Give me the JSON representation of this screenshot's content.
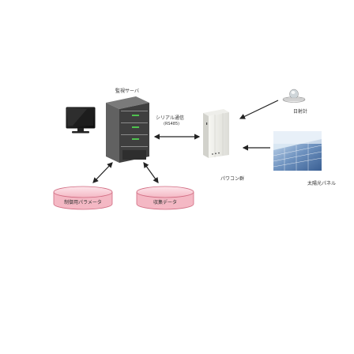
{
  "diagram": {
    "server_label": "監視サーバ",
    "serial_label": "シリアル通信",
    "serial_protocol": "(RS485)",
    "pcs_label": "パワコン群",
    "pyranometer_label": "日射計",
    "solar_panel_label": "太陽光パネル",
    "db_control_label": "制御用パラメータ",
    "db_data_label": "収集データ"
  },
  "colors": {
    "db_fill": "#f4b8c4",
    "db_stroke": "#d06a80",
    "server_body": "#555555",
    "server_led": "#4fc24f",
    "arrow": "#222222"
  },
  "icons": [
    "monitor-icon",
    "server-icon",
    "pcs-icon",
    "pyranometer-icon",
    "solar-panel-icon",
    "database-icon"
  ]
}
